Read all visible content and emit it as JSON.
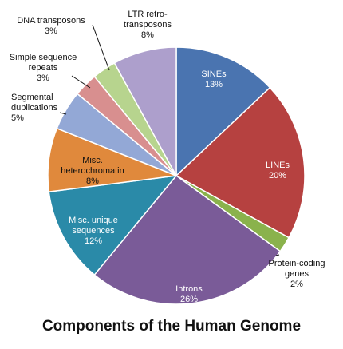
{
  "chart_data": {
    "type": "pie",
    "title": "Components of the Human Genome",
    "units": "%",
    "slices": [
      {
        "label": "SINEs",
        "value": 13,
        "display": "13%",
        "color": "#4a74b0",
        "text_color": "#ffffff"
      },
      {
        "label": "LINEs",
        "value": 20,
        "display": "20%",
        "color": "#b64140",
        "text_color": "#ffffff"
      },
      {
        "label": "Protein-coding genes",
        "value": 2,
        "display": "2%",
        "color": "#8ab24c",
        "text_color": "#111111"
      },
      {
        "label": "Introns",
        "value": 26,
        "display": "26%",
        "color": "#7a5b98",
        "text_color": "#ffffff"
      },
      {
        "label": "Misc. unique sequences",
        "value": 12,
        "display": "12%",
        "color": "#2a8aa8",
        "text_color": "#ffffff"
      },
      {
        "label": "Misc. heterochromatin",
        "value": 8,
        "display": "8%",
        "color": "#e0893c",
        "text_color": "#111111"
      },
      {
        "label": "Segmental duplications",
        "value": 5,
        "display": "5%",
        "color": "#93a8d6",
        "text_color": "#111111"
      },
      {
        "label": "Simple sequence repeats",
        "value": 3,
        "display": "3%",
        "color": "#d88f8f",
        "text_color": "#111111"
      },
      {
        "label": "DNA transposons",
        "value": 3,
        "display": "3%",
        "color": "#b7d48e",
        "text_color": "#111111"
      },
      {
        "label": "LTR retro-transposons",
        "value": 8,
        "display": "8%",
        "color": "#ad9fcc",
        "text_color": "#111111"
      }
    ],
    "legend": "none"
  }
}
